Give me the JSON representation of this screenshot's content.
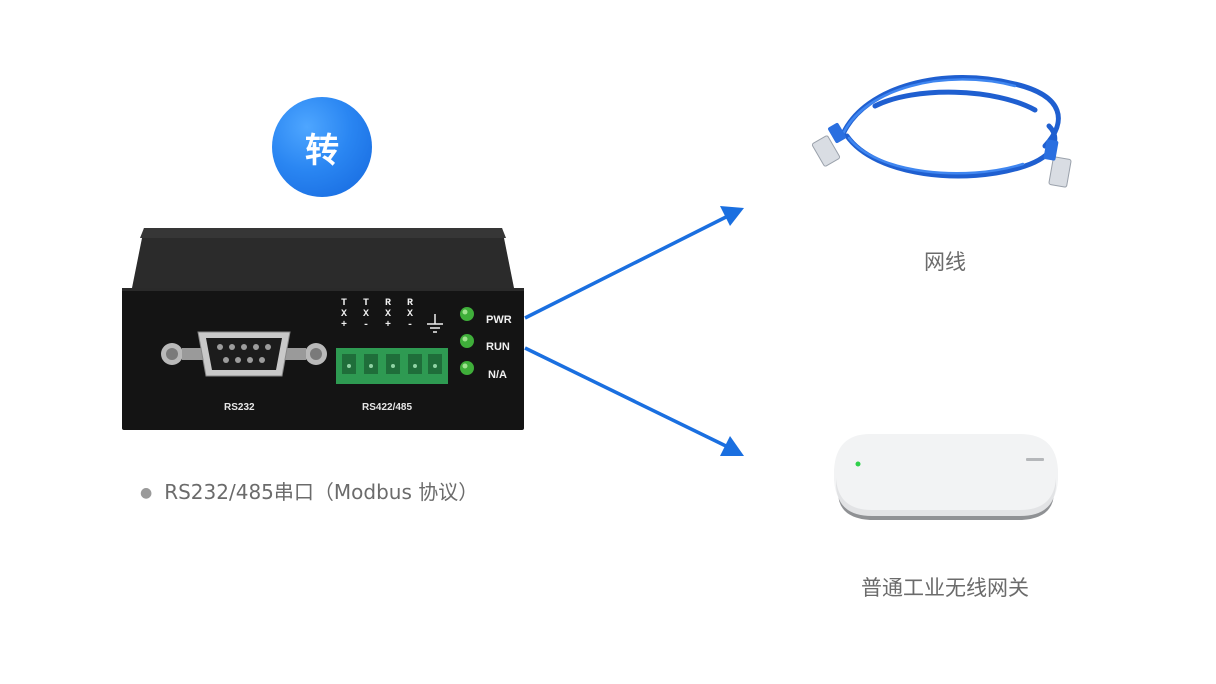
{
  "badge": {
    "label": "转",
    "color": "#2a86f2"
  },
  "device": {
    "serial_port_label": "RS232",
    "terminal_label": "RS422/485",
    "pins": [
      {
        "top": "T",
        "mid": "X",
        "bot": "+"
      },
      {
        "top": "T",
        "mid": "X",
        "bot": "-"
      },
      {
        "top": "R",
        "mid": "X",
        "bot": "+"
      },
      {
        "top": "R",
        "mid": "X",
        "bot": "-"
      }
    ],
    "leds": [
      "PWR",
      "RUN",
      "N/A"
    ],
    "body_color": "#141414",
    "terminal_color": "#2e9a52",
    "led_color": "#3fae3a"
  },
  "bullet": {
    "text": "RS232/485串口（Modbus 协议）"
  },
  "targets": [
    {
      "name": "network-cable",
      "caption": "网线"
    },
    {
      "name": "gateway",
      "caption": "普通工业无线网关"
    }
  ],
  "arrow_color": "#1a6fe0"
}
